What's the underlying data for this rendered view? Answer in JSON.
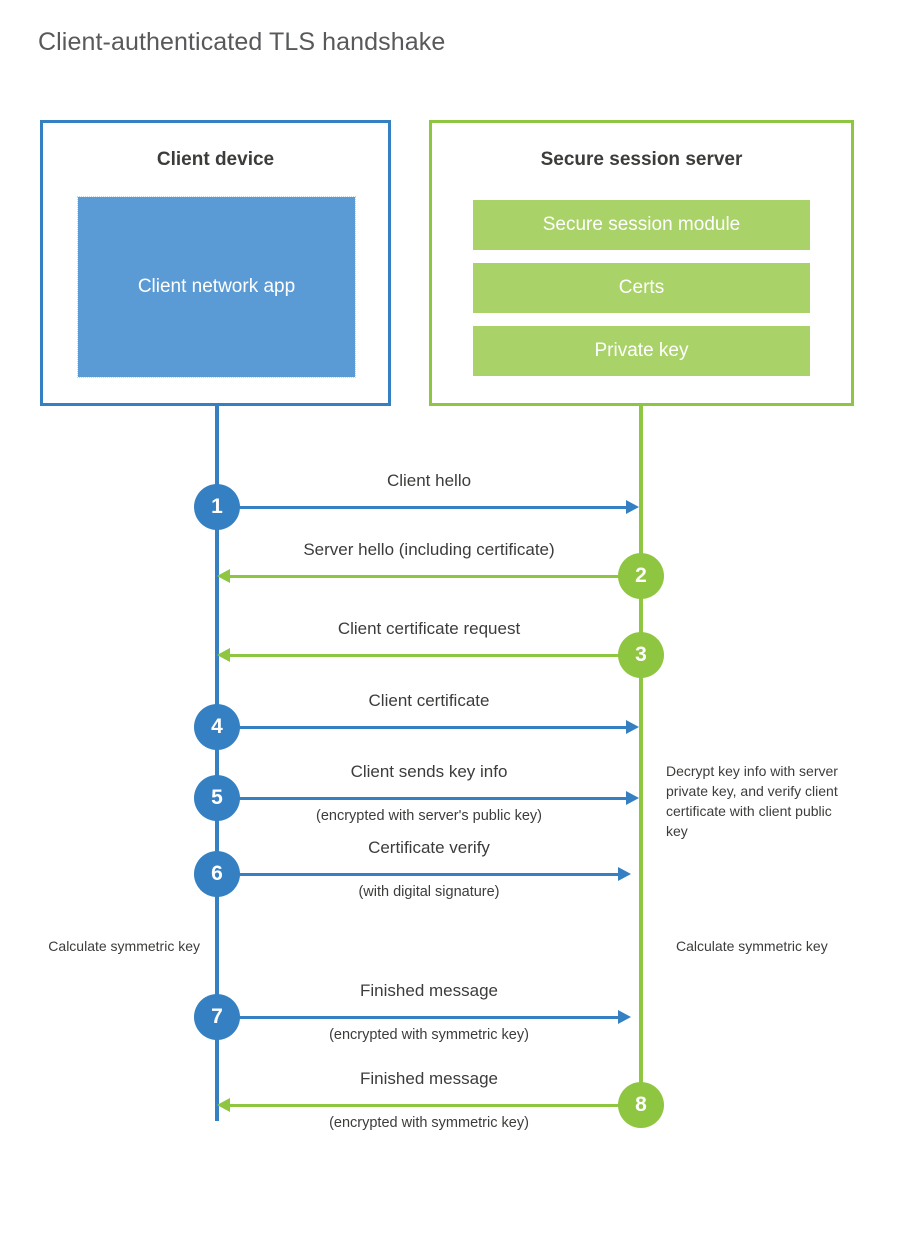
{
  "title": "Client-authenticated TLS handshake",
  "colors": {
    "client_blue": "#3580c3",
    "client_app_fill": "#5b9bd5",
    "server_green": "#8fc641",
    "server_bar_fill": "#a9d368",
    "text": "#3c3c3b",
    "title_text": "#58595b"
  },
  "participants": {
    "client": {
      "title": "Client device",
      "app_label": "Client network app"
    },
    "server": {
      "title": "Secure session server",
      "modules": [
        "Secure session module",
        "Certs",
        "Private key"
      ]
    }
  },
  "steps": [
    {
      "number": "1",
      "direction": "client-to-server",
      "label": "Client hello",
      "sublabel": ""
    },
    {
      "number": "2",
      "direction": "server-to-client",
      "label": "Server hello (including certificate)",
      "sublabel": ""
    },
    {
      "number": "3",
      "direction": "server-to-client",
      "label": "Client certificate request",
      "sublabel": ""
    },
    {
      "number": "4",
      "direction": "client-to-server",
      "label": "Client certificate",
      "sublabel": ""
    },
    {
      "number": "5",
      "direction": "client-to-server",
      "label": "Client sends key info",
      "sublabel": "(encrypted with server's public key)"
    },
    {
      "number": "6",
      "direction": "client-to-server",
      "label": "Certificate verify",
      "sublabel": "(with digital signature)"
    },
    {
      "number": "7",
      "direction": "client-to-server",
      "label": "Finished message",
      "sublabel": "(encrypted with symmetric key)"
    },
    {
      "number": "8",
      "direction": "server-to-client",
      "label": "Finished message",
      "sublabel": "(encrypted with symmetric key)"
    }
  ],
  "annotations": {
    "server_decrypt": "Decrypt key info with server private key, and verify client certificate with client public key",
    "client_calculate": "Calculate symmetric key",
    "server_calculate": "Calculate symmetric key"
  }
}
